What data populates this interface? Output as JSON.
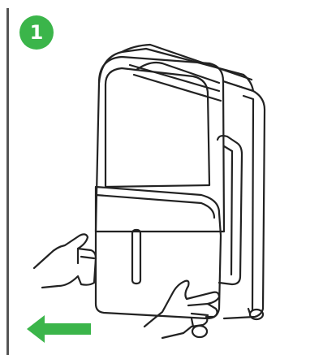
{
  "step": {
    "number": "1",
    "badge_color": "#3bb54a"
  },
  "illustration": {
    "subject": "dehumidifier-water-tank-removal",
    "arrow_direction": "left",
    "arrow_color": "#3bb54a",
    "line_color": "#222222"
  }
}
